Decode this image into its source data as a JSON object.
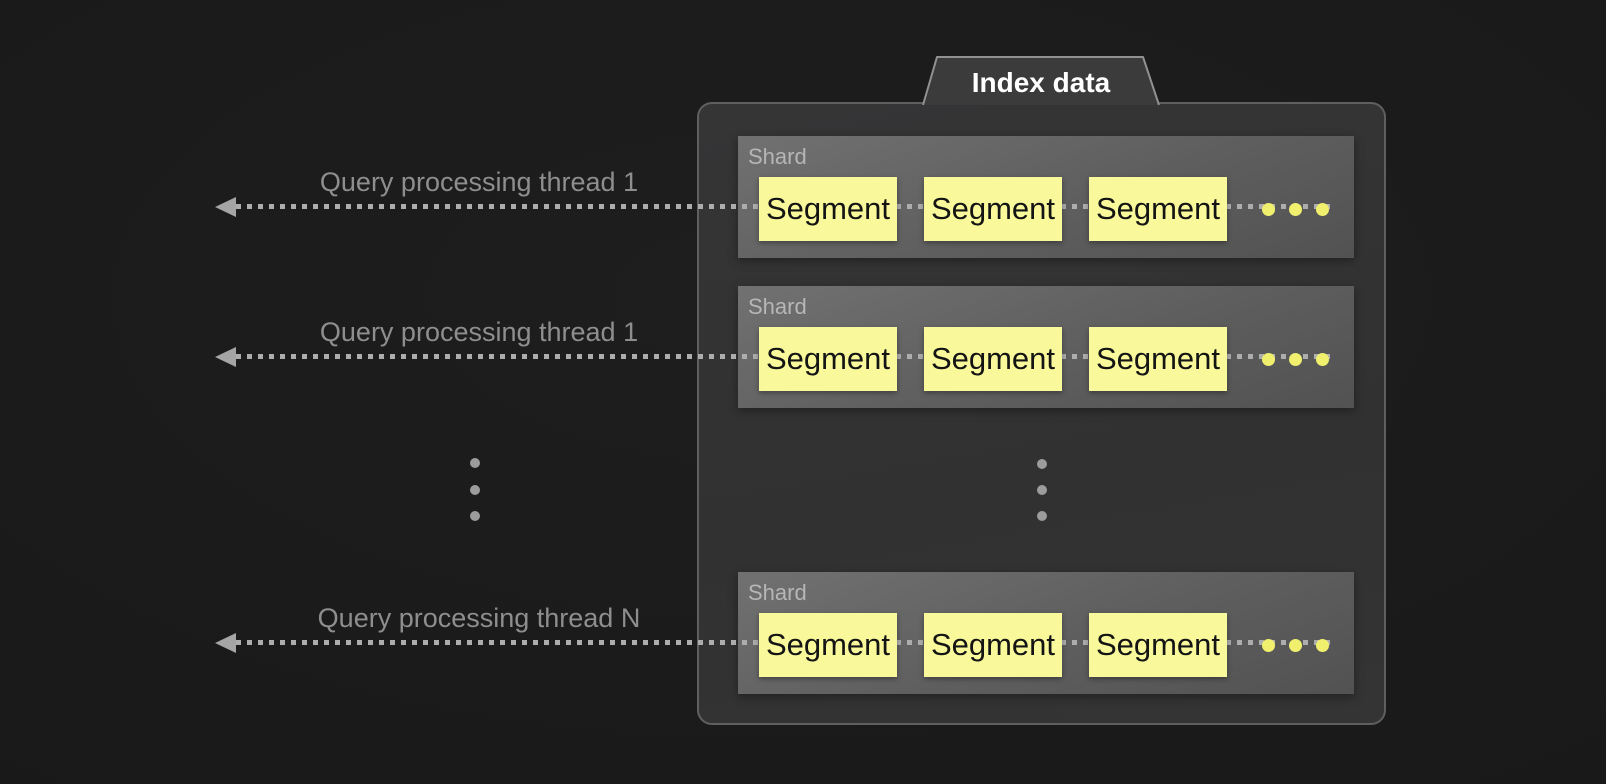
{
  "tab": {
    "label": "Index data"
  },
  "threads": [
    {
      "label": "Query processing thread 1"
    },
    {
      "label": "Query processing thread 1"
    },
    {
      "label": "Query processing thread N"
    }
  ],
  "shards": [
    {
      "label": "Shard",
      "segments": [
        "Segment",
        "Segment",
        "Segment"
      ]
    },
    {
      "label": "Shard",
      "segments": [
        "Segment",
        "Segment",
        "Segment"
      ]
    },
    {
      "label": "Shard",
      "segments": [
        "Segment",
        "Segment",
        "Segment"
      ]
    }
  ],
  "colors": {
    "background": "#1a1a1a",
    "panel_fill": "#333333",
    "panel_border": "#5f5f5f",
    "tab_fill": "#3b3b3b",
    "tab_border": "#919191",
    "tab_text": "#ffffff",
    "shard_fill": "#626262",
    "shard_label_text": "#b6b6b6",
    "segment_fill": "#f9f99b",
    "segment_text": "#141414",
    "segment_ellipsis_dot": "#f0f06e",
    "dotted_line": "#adadad",
    "arrow_head": "#a5a5a5",
    "thread_label_text": "#8e8e8e",
    "more_dots": "#9c9c9c"
  }
}
